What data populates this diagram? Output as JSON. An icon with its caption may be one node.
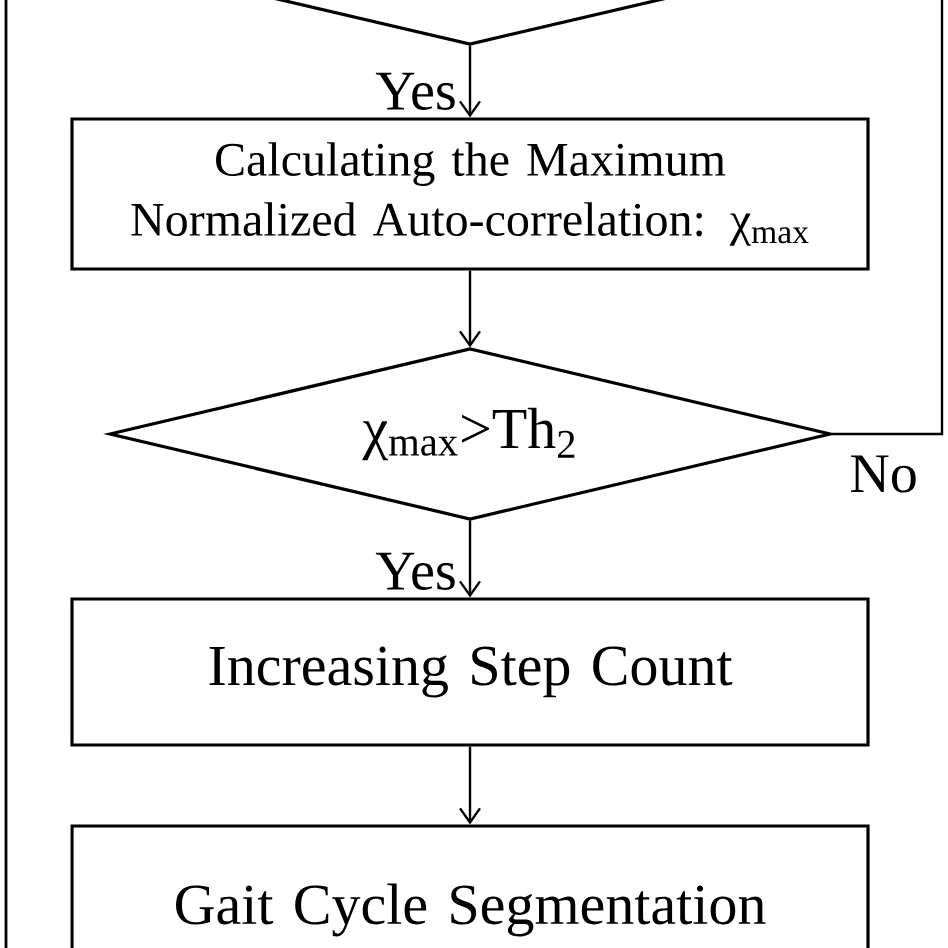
{
  "diagram": {
    "nodes": [
      {
        "text": [],
        "shape": "diamond"
      },
      {
        "text": [
          "Calculating the Maximum Normalized Auto-correlation: χ$_{max}$"
        ]
      },
      {
        "text": [
          "χ$_{max}$>Th$_{2}$"
        ]
      },
      {
        "text": [
          "Increasing Step Count"
        ]
      },
      {
        "text": [
          "Gait Cycle Segmentation"
        ]
      }
    ],
    "edges": [
      {
        "from": 0,
        "to": 1,
        "arrow": "to",
        "label": "Yes"
      },
      {
        "from": 1,
        "to": 2,
        "arrow": "to"
      },
      {
        "from": 2,
        "to": 3,
        "arrow": "to",
        "label": "Yes"
      },
      {
        "from": 3,
        "to": 4,
        "arrow": "to"
      },
      {
        "from": 2,
        "to": null,
        "arrow": "none",
        "label": "No"
      }
    ]
  }
}
